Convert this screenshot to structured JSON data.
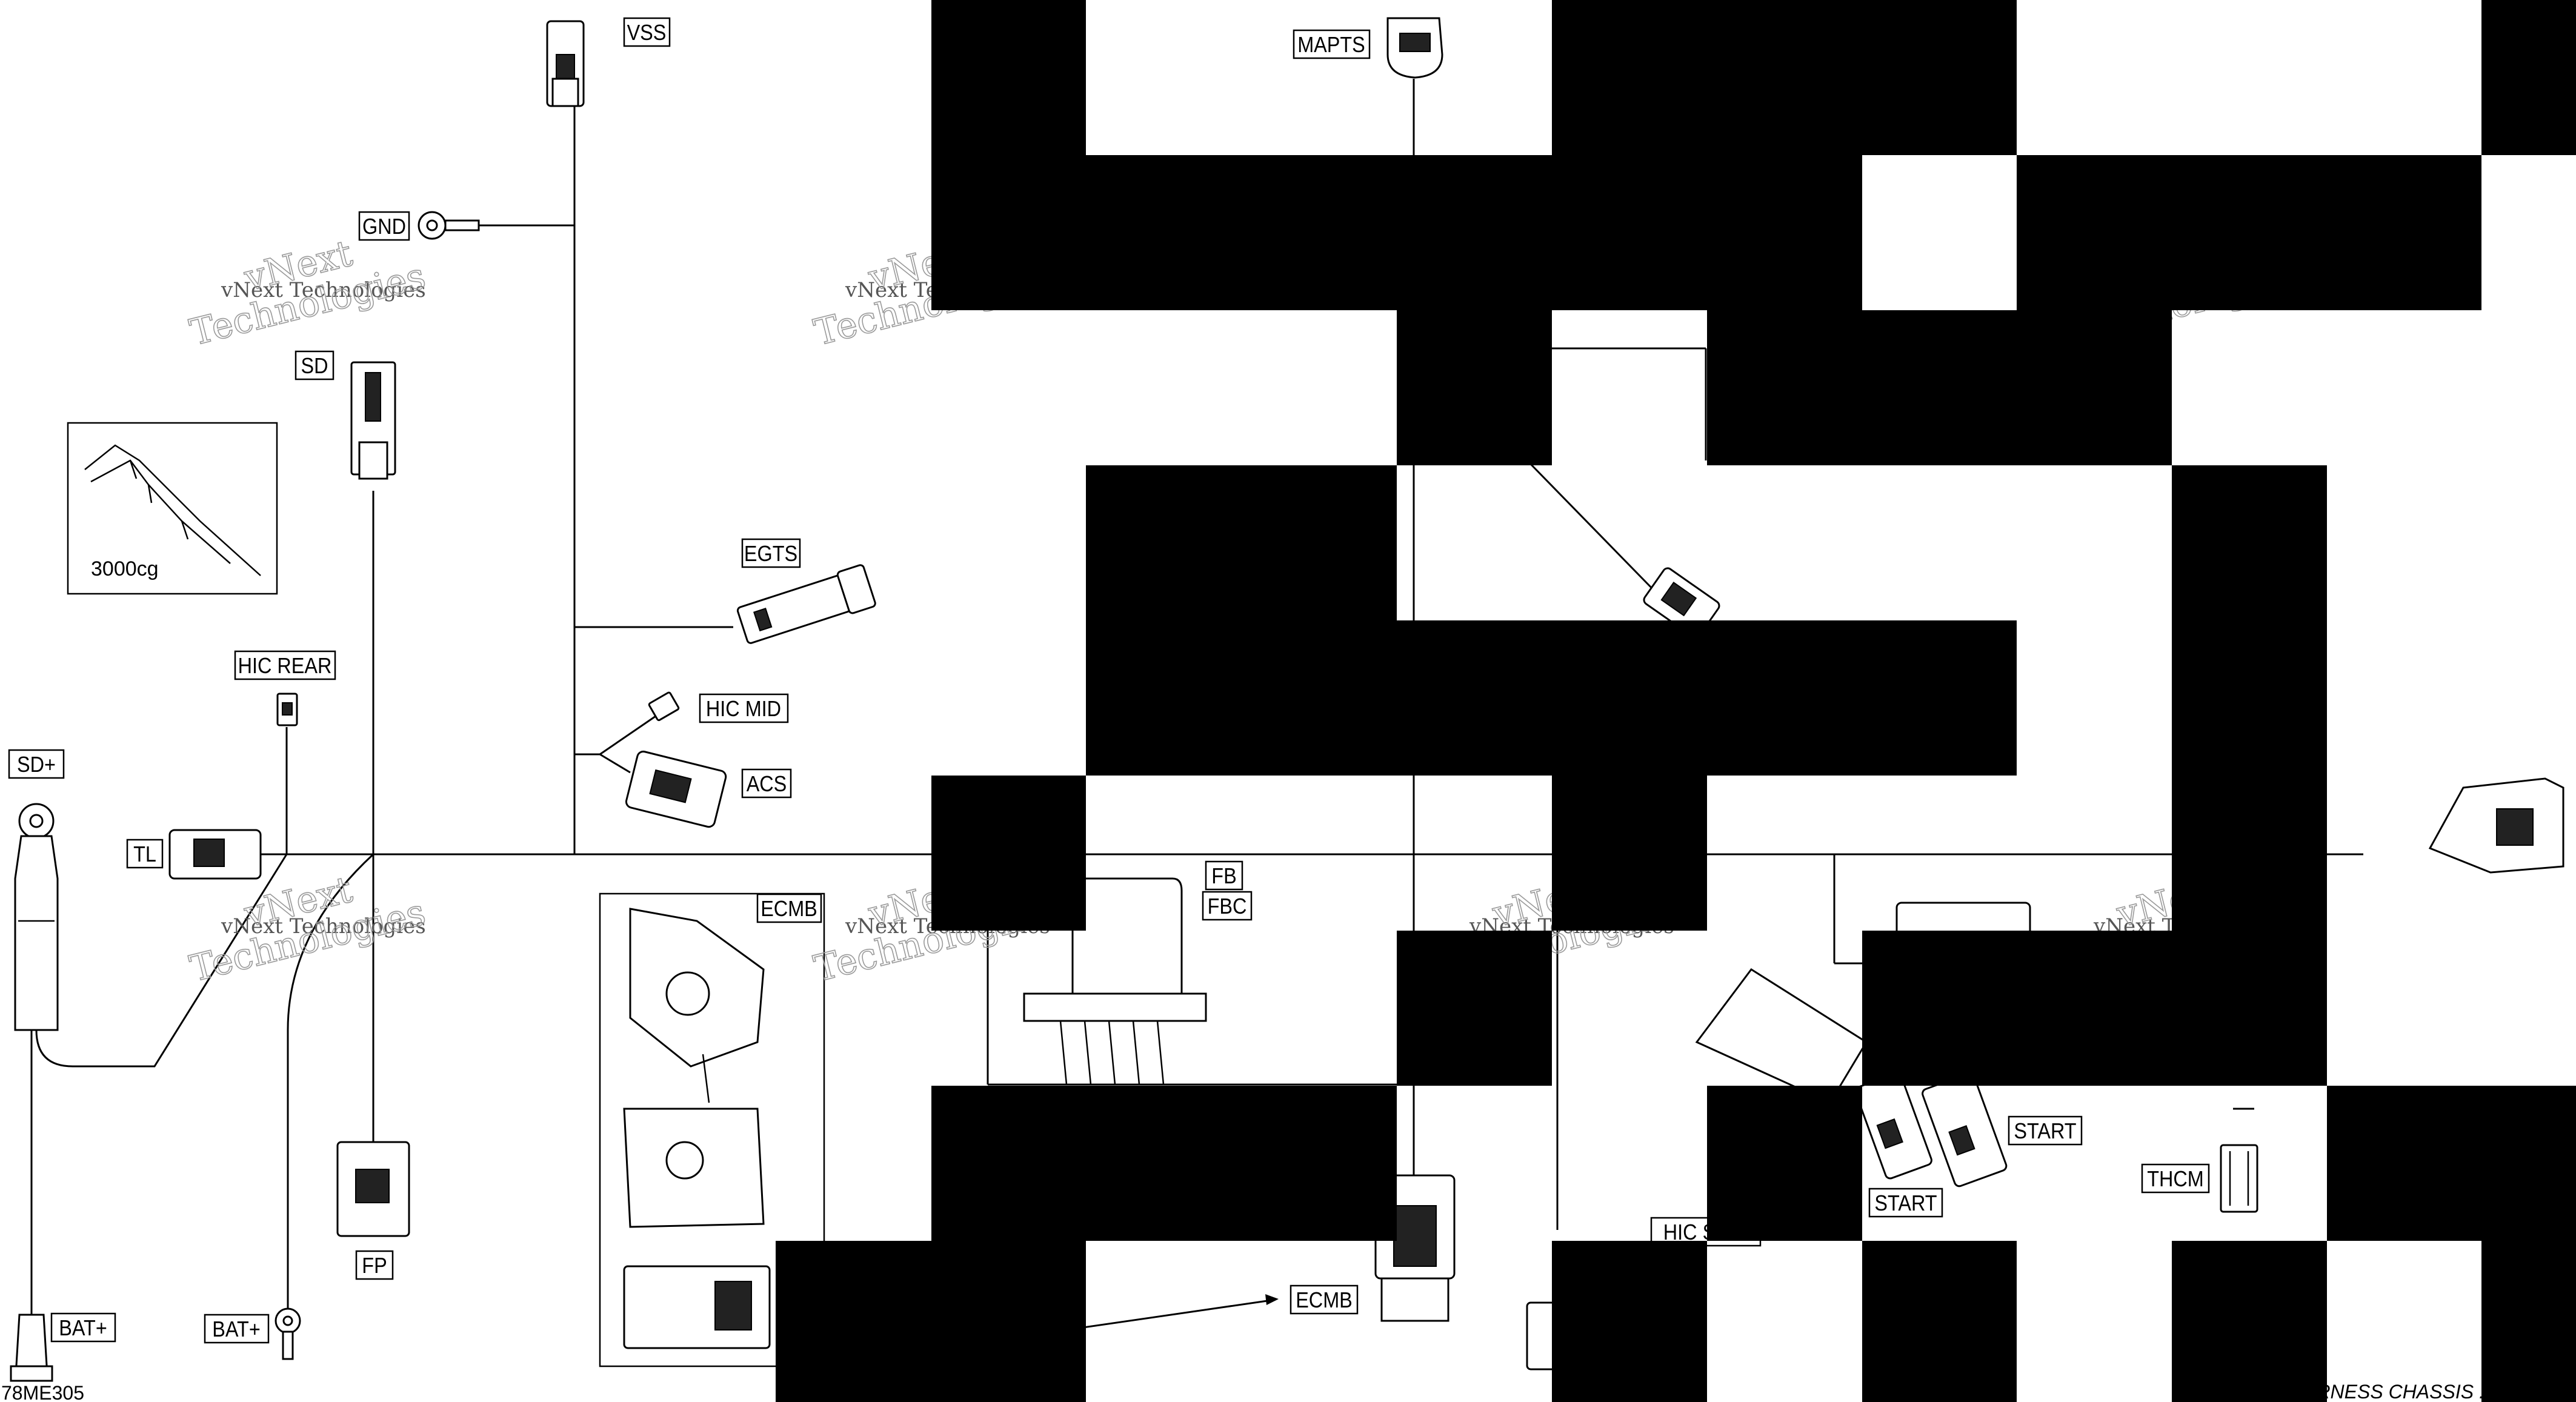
{
  "labels": {
    "vss": "VSS",
    "mapts": "MAPTS",
    "gnd": "GND",
    "sd": "SD",
    "egts": "EGTS",
    "hic_rear": "HIC REAR",
    "hic_mid": "HIC MID",
    "acs": "ACS",
    "sd_plus": "SD+",
    "tl": "TL",
    "ecmb_inset": "ECMB",
    "fb": "FB",
    "fbc": "FBC",
    "fp": "FP",
    "bat_plus_1": "BAT+",
    "bat_plus_2": "BAT+",
    "ecmb_pointer": "ECMB",
    "hic_s": "HIC S",
    "start_1": "START",
    "start_2": "START",
    "thcm": "THCM"
  },
  "inset_caption": "3000cg",
  "drawing_number": "78ME305",
  "footer_title": "WIRING HARNESS CHASSIS : ",
  "watermark": {
    "line1": "vNext Technologies",
    "line2": "vNext",
    "line3": "Technologies"
  },
  "colors": {
    "ink": "#000000",
    "paper": "#ffffff",
    "watermark": "#9a9a9a"
  }
}
